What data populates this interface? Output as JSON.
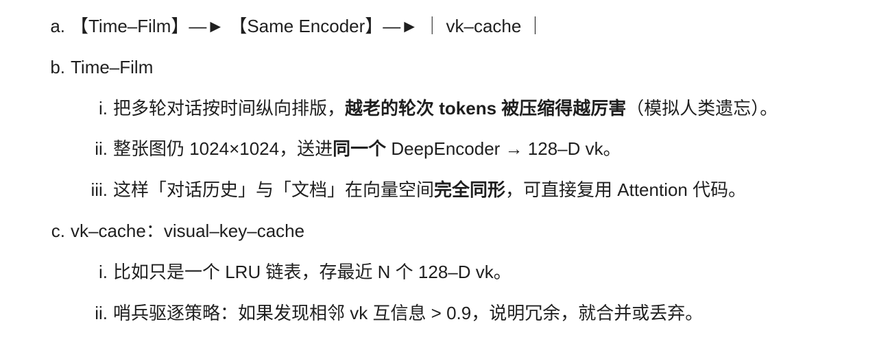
{
  "items": [
    {
      "marker": "a.",
      "parts": [
        "【Time–Film】—► 【Same Encoder】—► ｜ vk–cache ｜"
      ]
    },
    {
      "marker": "b.",
      "parts": [
        "Time–Film"
      ]
    },
    {
      "marker": "i.",
      "parts": [
        "把多轮对话按时间纵向排版，",
        "越老的轮次 tokens 被压缩得越厉害",
        "（模拟人类遗忘）。"
      ]
    },
    {
      "marker": "ii.",
      "parts": [
        "整张图仍 1024×1024，送进",
        "同一个",
        " DeepEncoder → 128–D vk。"
      ]
    },
    {
      "marker": "iii.",
      "parts": [
        "这样「对话历史」与「文档」在向量空间",
        "完全同形",
        "，可直接复用 Attention 代码。"
      ]
    },
    {
      "marker": "c.",
      "parts": [
        "vk–cache：visual–key–cache"
      ]
    },
    {
      "marker": "i.",
      "parts": [
        "比如只是一个 LRU 链表，存最近 N 个 128–D vk。"
      ]
    },
    {
      "marker": "ii.",
      "parts": [
        "哨兵驱逐策略：如果发现相邻 vk 互信息 > 0.9，说明冗余，就合并或丢弃。"
      ]
    }
  ]
}
